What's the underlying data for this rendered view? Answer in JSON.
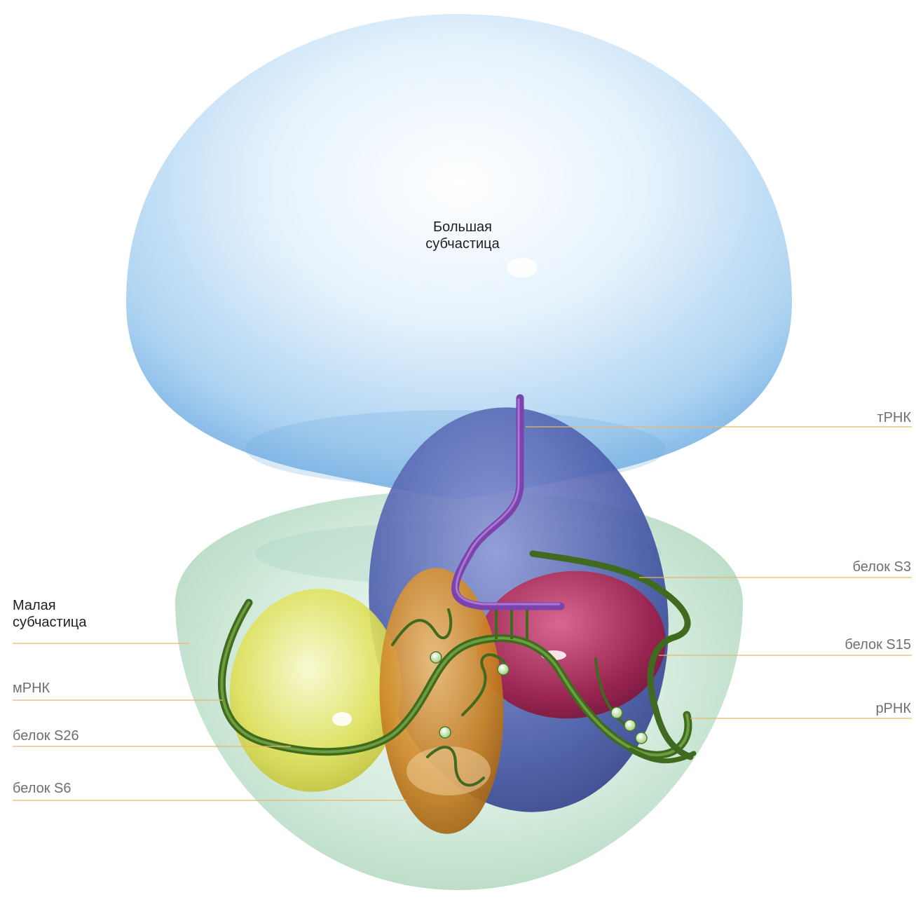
{
  "title": {
    "large_subunit": [
      "Большая",
      "субчастица"
    ],
    "small_subunit": [
      "Малая",
      "субчастица"
    ]
  },
  "labels": {
    "trna": "тРНК",
    "protein_s3": "белок S3",
    "protein_s15": "белок S15",
    "rrna": "рРНК",
    "mrna": "мРНК",
    "protein_s26": "белок S26",
    "protein_s6": "белок S6"
  },
  "colors": {
    "large_subunit": "#8fc1ea",
    "small_subunit": "#bfe0c9",
    "protein_s3": "#3c4fa0",
    "protein_s15": "#a11c44",
    "protein_s26": "#d6d83a",
    "protein_s6": "#c97f1a",
    "trna": "#8a4fb8",
    "rna_strand": "#3f6a1f",
    "leader_line": "#e6b76c"
  }
}
